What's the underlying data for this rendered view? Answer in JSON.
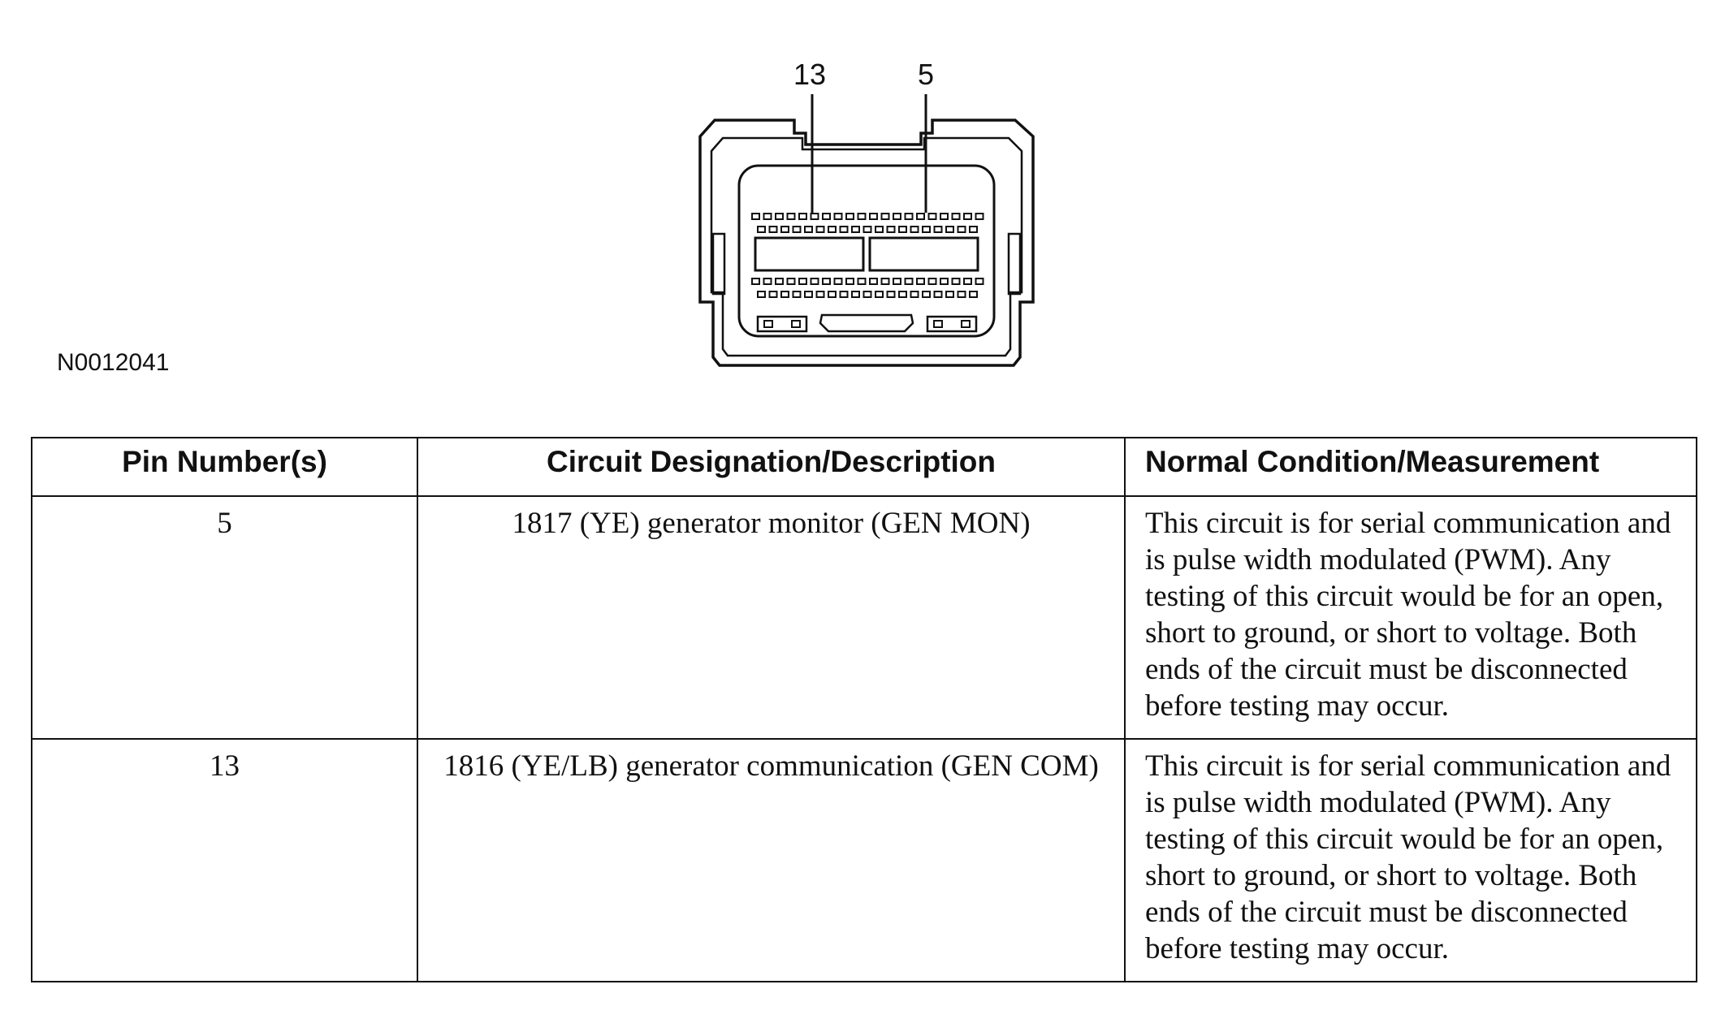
{
  "diagram": {
    "callouts": [
      {
        "label": "13",
        "pin": 13
      },
      {
        "label": "5",
        "pin": 5
      }
    ],
    "figure_id": "N0012041"
  },
  "table": {
    "headers": [
      "Pin Number(s)",
      "Circuit Designation/Description",
      "Normal Condition/Measurement"
    ],
    "rows": [
      {
        "pin": "5",
        "circuit": "1817 (YE) generator monitor (GEN MON)",
        "condition": "This circuit is for serial communication and is pulse width modulated (PWM). Any testing of this circuit would be for an open, short to ground, or short to voltage. Both ends of the circuit must be disconnected before testing may occur."
      },
      {
        "pin": "13",
        "circuit": "1816 (YE/LB) generator communication (GEN COM)",
        "condition": "This circuit is for serial communication and is pulse width modulated (PWM). Any testing of this circuit would be for an open, short to ground, or short to voltage. Both ends of the circuit must be disconnected before testing may occur."
      }
    ]
  }
}
